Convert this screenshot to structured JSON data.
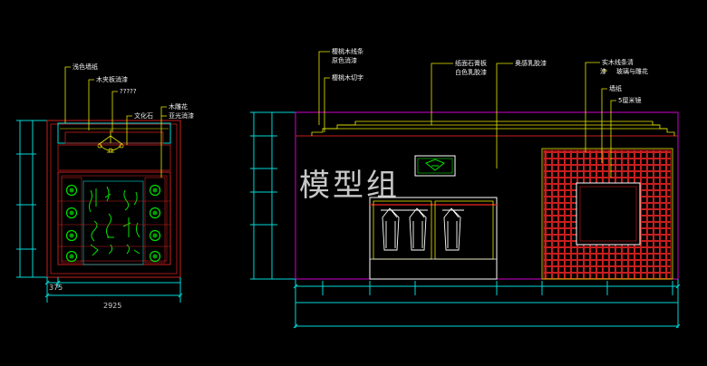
{
  "watermark": "模型组",
  "left_view": {
    "callouts": [
      "浅色墙纸",
      "木夹板消漆",
      "?????",
      "文化石",
      "木雕花",
      "亚光消漆"
    ],
    "dimensions": {
      "small": "375",
      "total": "2925"
    }
  },
  "right_view": {
    "callouts": [
      "樱桃木线条",
      "原色消漆",
      "樱桃木切字",
      "纸面石膏板",
      "白色乳胶漆",
      "奥感乳胶漆",
      "实木线条清",
      "漆",
      "玻璃与雕花",
      "墙纸",
      "5厘米镜"
    ]
  },
  "colors": {
    "background": "#000000",
    "cabinet_red": "#c81e1e",
    "cyan": "#00d8d8",
    "green": "#00e000",
    "yellow": "#e8e800",
    "magenta": "#d000d0",
    "white": "#ffffff"
  }
}
